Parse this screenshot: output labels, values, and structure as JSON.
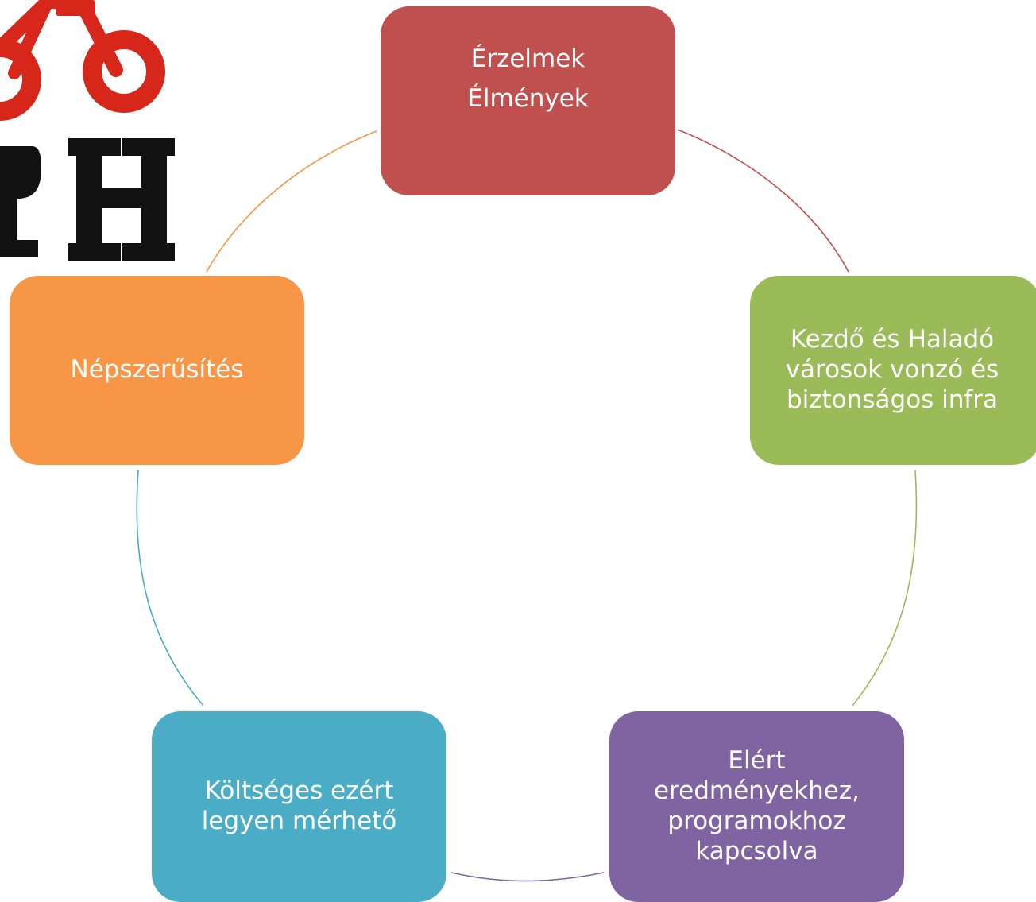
{
  "colors": {
    "red": "#c0504d",
    "green": "#9bbb59",
    "purple": "#8064a2",
    "teal": "#4bacc6",
    "orange": "#f79646",
    "logo_red": "#d7261a",
    "logo_black": "#111111"
  },
  "logo": {
    "text": "PH"
  },
  "cycle": {
    "nodes": [
      {
        "lines": [
          "Érzelmek",
          "Élmények"
        ]
      },
      {
        "lines": [
          "Kezdő és Haladó",
          "városok vonzó és",
          "biztonságos infra"
        ]
      },
      {
        "lines": [
          "Elért",
          "eredményekhez,",
          "programokhoz",
          "kapcsolva"
        ]
      },
      {
        "lines": [
          "Költséges ezért",
          "legyen mérhető"
        ]
      },
      {
        "lines": [
          "Népszerűsítés"
        ]
      }
    ]
  }
}
